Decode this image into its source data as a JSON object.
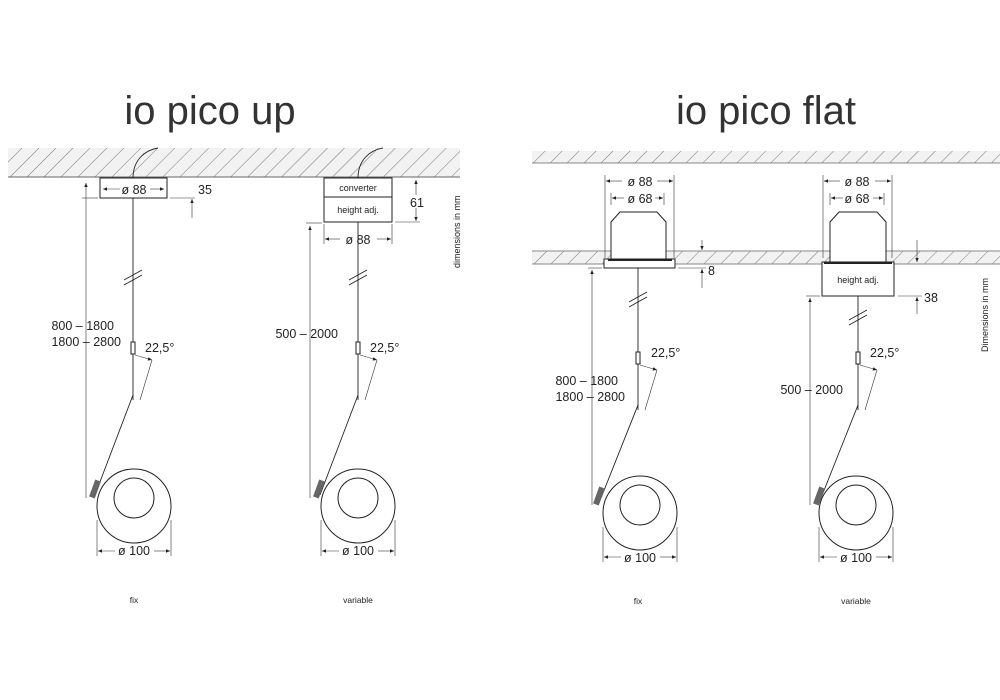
{
  "titles": {
    "up": "io pico up",
    "flat": "io pico flat"
  },
  "up_fix": {
    "diameter_top": "ø 88",
    "height": "35",
    "length_1": "800 – 1800",
    "length_2": "1800 – 2800",
    "angle": "22,5°",
    "diameter_head": "ø 100",
    "caption": "fix"
  },
  "up_variable": {
    "box_top": "converter",
    "box_bottom": "height adj.",
    "height": "61",
    "diameter_top": "ø 88",
    "length": "500 – 2000",
    "angle": "22,5°",
    "diameter_head": "ø 100",
    "caption": "variable"
  },
  "up_units": "dimensions in mm",
  "flat_fix": {
    "diameter_outer": "ø 88",
    "diameter_inner": "ø 68",
    "height": "8",
    "length_1": "800 – 1800",
    "length_2": "1800 – 2800",
    "angle": "22,5°",
    "diameter_head": "ø 100",
    "caption": "fix"
  },
  "flat_variable": {
    "diameter_outer": "ø 88",
    "diameter_inner": "ø 68",
    "box": "height adj.",
    "height": "38",
    "length": "500 – 2000",
    "angle": "22,5°",
    "diameter_head": "ø 100",
    "caption": "variable"
  },
  "flat_units": "Dimensions in mm"
}
